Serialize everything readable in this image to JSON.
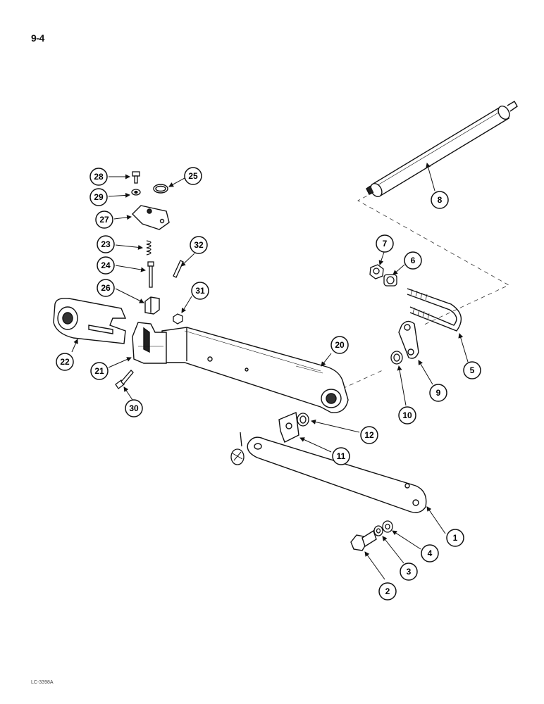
{
  "page_number": "9-4",
  "drawing_code": "LC-3398A",
  "callouts": [
    {
      "id": "c28",
      "label": "28"
    },
    {
      "id": "c29",
      "label": "29"
    },
    {
      "id": "c25",
      "label": "25"
    },
    {
      "id": "c27",
      "label": "27"
    },
    {
      "id": "c23",
      "label": "23"
    },
    {
      "id": "c32",
      "label": "32"
    },
    {
      "id": "c24",
      "label": "24"
    },
    {
      "id": "c26",
      "label": "26"
    },
    {
      "id": "c31",
      "label": "31"
    },
    {
      "id": "c22",
      "label": "22"
    },
    {
      "id": "c21",
      "label": "21"
    },
    {
      "id": "c30",
      "label": "30"
    },
    {
      "id": "c20",
      "label": "20"
    },
    {
      "id": "c8",
      "label": "8"
    },
    {
      "id": "c7",
      "label": "7"
    },
    {
      "id": "c6",
      "label": "6"
    },
    {
      "id": "c5",
      "label": "5"
    },
    {
      "id": "c9",
      "label": "9"
    },
    {
      "id": "c10",
      "label": "10"
    },
    {
      "id": "c12",
      "label": "12"
    },
    {
      "id": "c11",
      "label": "11"
    },
    {
      "id": "c1",
      "label": "1"
    },
    {
      "id": "c4",
      "label": "4"
    },
    {
      "id": "c3",
      "label": "3"
    },
    {
      "id": "c2",
      "label": "2"
    }
  ]
}
